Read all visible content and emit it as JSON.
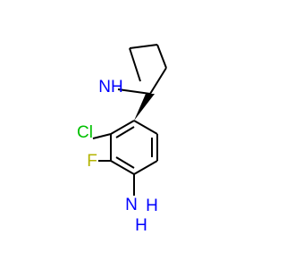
{
  "molecule": {
    "atoms": {
      "nh": {
        "text": "NH",
        "color": "#0000ff"
      },
      "h": {
        "text": "H",
        "color": "#0000ff"
      },
      "n": {
        "text": "N",
        "color": "#0000ff"
      },
      "h2": {
        "text": "H",
        "color": "#0000ff"
      },
      "cl": {
        "text": "Cl",
        "color": "#00c000"
      },
      "f": {
        "text": "F",
        "color": "#b3b300"
      }
    }
  }
}
